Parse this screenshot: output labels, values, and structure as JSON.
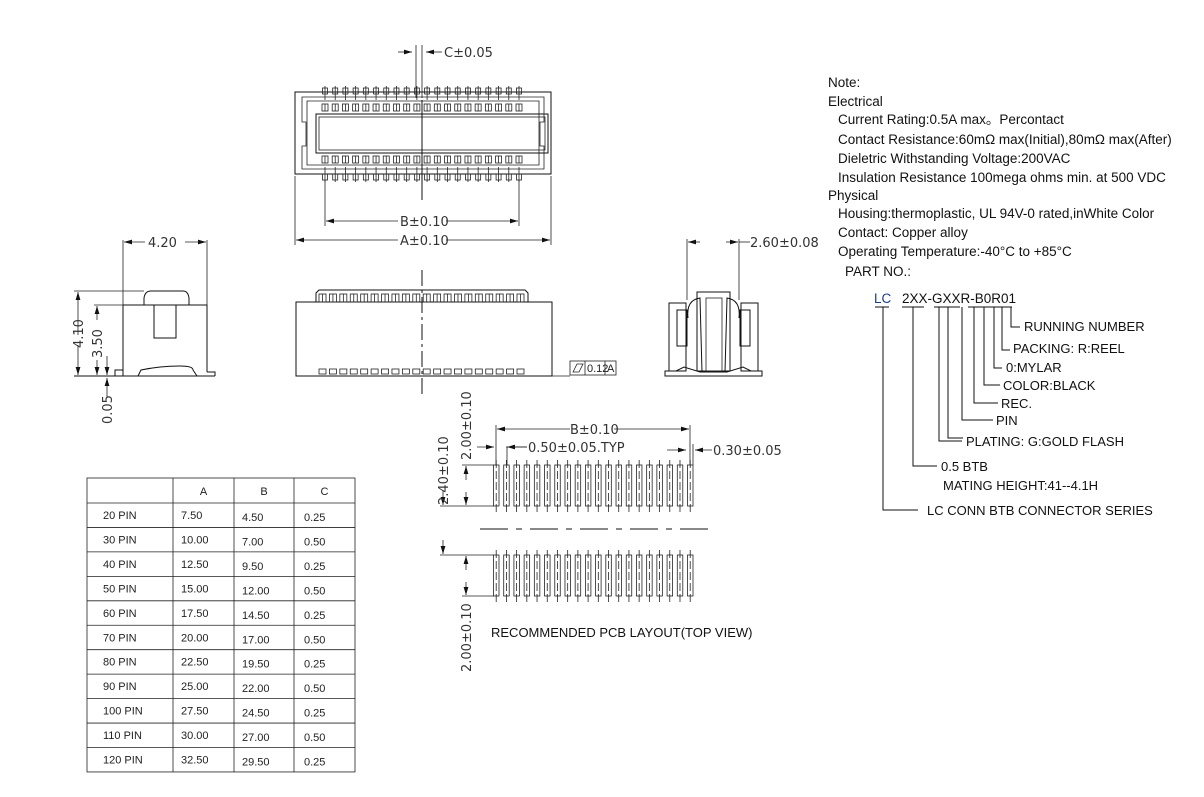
{
  "top_view": {
    "dim_c": "C±0.05",
    "dim_b": "B±0.10",
    "dim_a": "A±0.10",
    "pin_count_drawn": 20
  },
  "side_view": {
    "dim_width": "4.20",
    "dim_height_total": "4.10",
    "dim_height_body": "3.50",
    "dim_standoff": "0.05"
  },
  "front_view": {
    "flatness_symbol": "flatness",
    "flatness_value": "0.12",
    "datum": "A"
  },
  "section_view": {
    "dim_mating": "2.60±0.08"
  },
  "pcb_layout": {
    "dim_b": "B±0.10",
    "dim_pitch": "0.50±0.05.TYP",
    "dim_pad_width": "0.30±0.05",
    "dim_pad_len_top": "2.00±0.10",
    "dim_row_gap": "2.40±0.10",
    "dim_pad_len_bottom": "2.00±0.10",
    "caption": "RECOMMENDED PCB LAYOUT(TOP VIEW)",
    "pads_per_row": 20
  },
  "notes": {
    "title": "Note:",
    "electrical_heading": "Electrical",
    "electrical": [
      "Current Rating:0.5A max。Percontact",
      "Contact Resistance:60mΩ max(Initial),80mΩ max(After)",
      "Dieletric Withstanding Voltage:200VAC",
      "Insulation Resistance 100mega ohms min. at 500 VDC"
    ],
    "physical_heading": "Physical",
    "physical": [
      "Housing:thermoplastic, UL 94V-0 rated,inWhite Color",
      "Contact: Copper alloy",
      "Operating Temperature:-40°C to +85°C"
    ]
  },
  "part_no": {
    "heading": "PART NO.:",
    "prefix": "LC",
    "code": "2XX-GXXR-B0R01",
    "legend": [
      "RUNNING NUMBER",
      "PACKING: R:REEL",
      "0:MYLAR",
      "COLOR:BLACK",
      "REC.",
      "PIN",
      "PLATING: G:GOLD FLASH",
      "0.5 BTB",
      "MATING HEIGHT:41--4.1H",
      "LC CONN BTB CONNECTOR SERIES"
    ]
  },
  "dimension_table": {
    "headers": [
      "",
      "A",
      "B",
      "C"
    ],
    "rows": [
      [
        "20 PIN",
        "7.50",
        "4.50",
        "0.25"
      ],
      [
        "30 PIN",
        "10.00",
        "7.00",
        "0.50"
      ],
      [
        "40 PIN",
        "12.50",
        "9.50",
        "0.25"
      ],
      [
        "50 PIN",
        "15.00",
        "12.00",
        "0.50"
      ],
      [
        "60 PIN",
        "17.50",
        "14.50",
        "0.25"
      ],
      [
        "70 PIN",
        "20.00",
        "17.00",
        "0.50"
      ],
      [
        "80 PIN",
        "22.50",
        "19.50",
        "0.25"
      ],
      [
        "90 PIN",
        "25.00",
        "22.00",
        "0.50"
      ],
      [
        "100 PIN",
        "27.50",
        "24.50",
        "0.25"
      ],
      [
        "110 PIN",
        "30.00",
        "27.00",
        "0.50"
      ],
      [
        "120 PIN",
        "32.50",
        "29.50",
        "0.25"
      ]
    ]
  }
}
